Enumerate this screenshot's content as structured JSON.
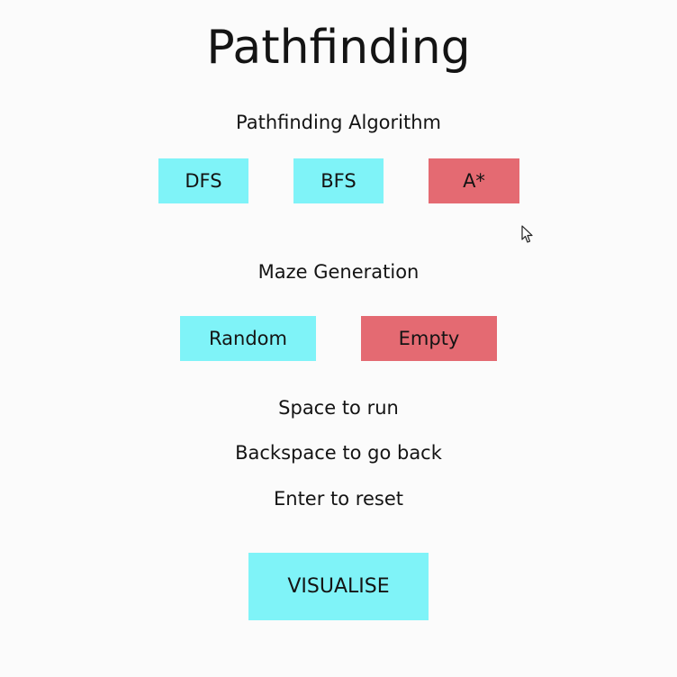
{
  "title": "Pathfinding",
  "algorithm": {
    "heading": "Pathfinding Algorithm",
    "options": [
      "DFS",
      "BFS",
      "A*"
    ],
    "selected": "A*"
  },
  "maze": {
    "heading": "Maze Generation",
    "options": [
      "Random",
      "Empty"
    ],
    "selected": "Empty"
  },
  "instructions": [
    "Space to run",
    "Backspace to go back",
    "Enter to reset"
  ],
  "visualise_label": "VISUALISE",
  "colors": {
    "button_default": "#7ff3f8",
    "button_selected": "#e46a72",
    "background": "#fbfbfb",
    "text": "#141414"
  },
  "cursor_icon": "arrow-cursor-icon"
}
